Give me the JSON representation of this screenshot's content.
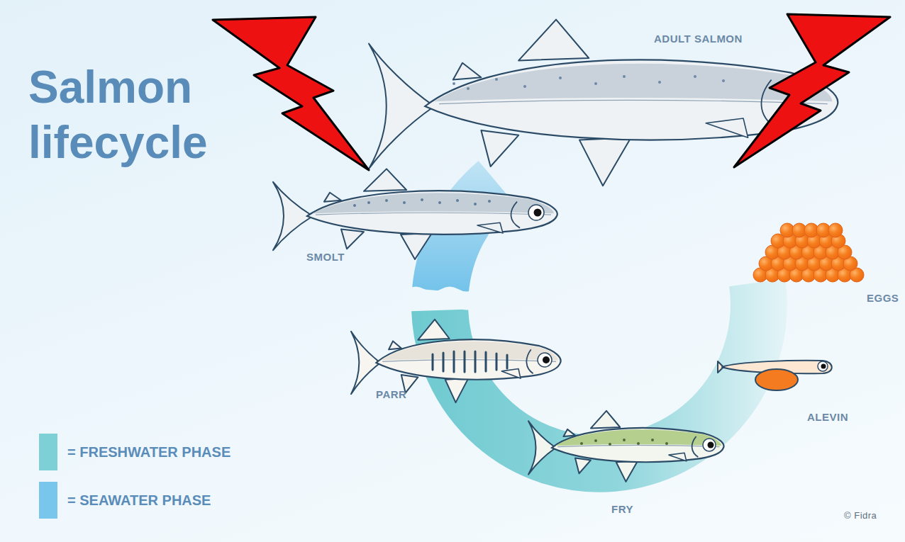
{
  "diagram": {
    "title": "Salmon lifecycle",
    "labels": [
      "ADULT SALMON",
      "SMOLT",
      "EGGS",
      "ALEVIN",
      "PARR",
      "FRY",
      "© Fidra"
    ],
    "legend": [
      {
        "text": "= FRESHWATER PHASE",
        "color": "#7dd0d6"
      },
      {
        "text": "= SEAWATER PHASE",
        "color": "#79c6ec"
      }
    ]
  }
}
